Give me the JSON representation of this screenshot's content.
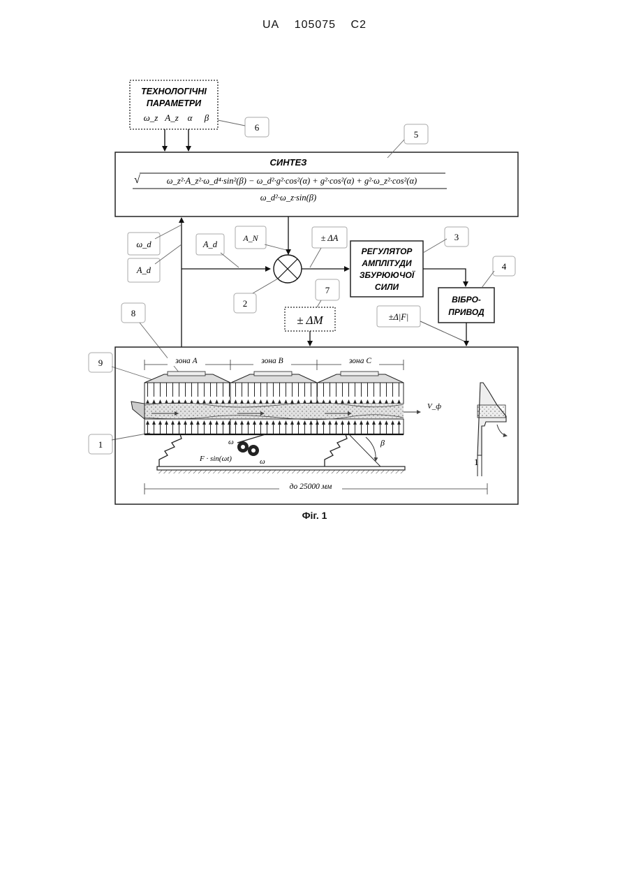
{
  "header": {
    "country": "UA",
    "number": "105075",
    "kind": "C2"
  },
  "figure_caption": "Фіг. 1",
  "blocks": {
    "tech_params": {
      "title_line1": "ТЕХНОЛОГІЧНІ",
      "title_line2": "ПАРАМЕТРИ",
      "params": [
        "ω_z",
        "A_z",
        "α",
        "β"
      ]
    },
    "synthesis": {
      "title": "СИНТЕЗ",
      "numerator": "ω_z²·A_z²·ω_d⁴·sin²(β) − ω_d²·g²·cos²(α) + g²·cos²(α) + g²·ω_z²·cos²(α)",
      "denominator": "ω_d²·ω_z·sin(β)"
    },
    "regulator": {
      "line1": "РЕГУЛЯТОР",
      "line2": "АМПЛІТУДИ",
      "line3": "ЗБУРЮЮЧОЇ",
      "line4": "СИЛИ"
    },
    "vibro": {
      "line1": "ВІБРО-",
      "line2": "ПРИВОД"
    },
    "delta_m": "± ΔM",
    "delta_f": "±Δ|F|"
  },
  "labels": {
    "omega_d": "ω_d",
    "a_d_left": "A_d",
    "a_d_mid": "A_d",
    "a_n": "A_N",
    "delta_a": "± ΔA"
  },
  "callouts": [
    "1",
    "2",
    "3",
    "4",
    "5",
    "6",
    "7",
    "8",
    "9"
  ],
  "machine": {
    "zones": [
      "зона A",
      "зона B",
      "зона C"
    ],
    "length": "до 25000 мм",
    "force": "F · sin(ωt)",
    "omega": "ω",
    "beta": "β",
    "velocity": "V_ф",
    "side_label": "1"
  }
}
